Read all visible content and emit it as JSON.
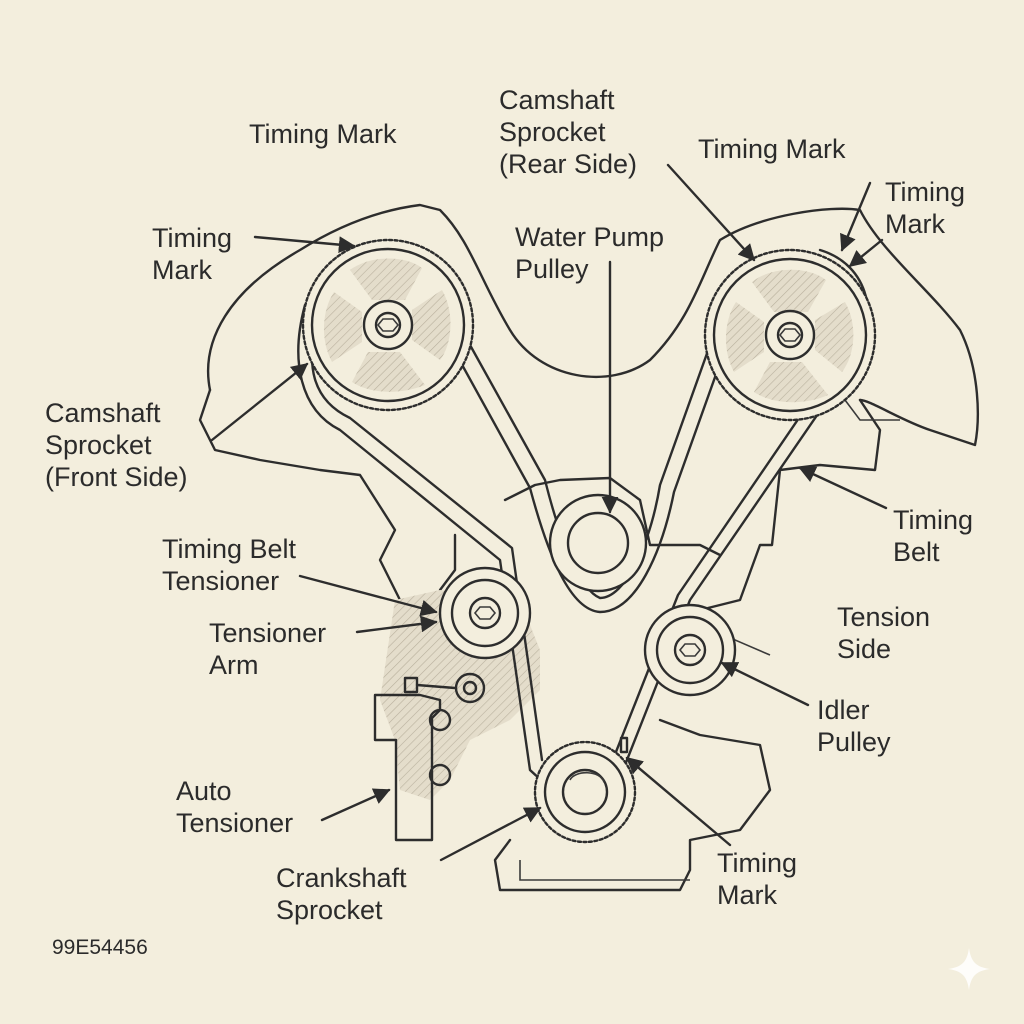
{
  "labels": {
    "timing_mark_top": "Timing Mark",
    "cam_rear": [
      "Camshaft",
      "Sprocket",
      "(Rear Side)"
    ],
    "timing_mark_right1": "Timing Mark",
    "timing_mark_right2": [
      "Timing",
      "Mark"
    ],
    "timing_mark_left": [
      "Timing",
      "Mark"
    ],
    "water_pump": [
      "Water Pump",
      "Pulley"
    ],
    "cam_front": [
      "Camshaft",
      "Sprocket",
      "(Front Side)"
    ],
    "timing_belt": [
      "Timing",
      "Belt"
    ],
    "belt_tensioner": [
      "Timing Belt",
      "Tensioner"
    ],
    "tension_side": [
      "Tension",
      "Side"
    ],
    "tensioner_arm": [
      "Tensioner",
      "Arm"
    ],
    "idler_pulley": [
      "Idler",
      "Pulley"
    ],
    "auto_tensioner": [
      "Auto",
      "Tensioner"
    ],
    "crank_sprocket": [
      "Crankshaft",
      "Sprocket"
    ],
    "timing_mark_bottom": [
      "Timing",
      "Mark"
    ]
  },
  "figure_code": "99E54456",
  "colors": {
    "paper": "#f3eedd",
    "ink": "#2d2d2d",
    "shade": "#cfc7b6"
  },
  "icons": {
    "corner": "sparkle-icon"
  }
}
